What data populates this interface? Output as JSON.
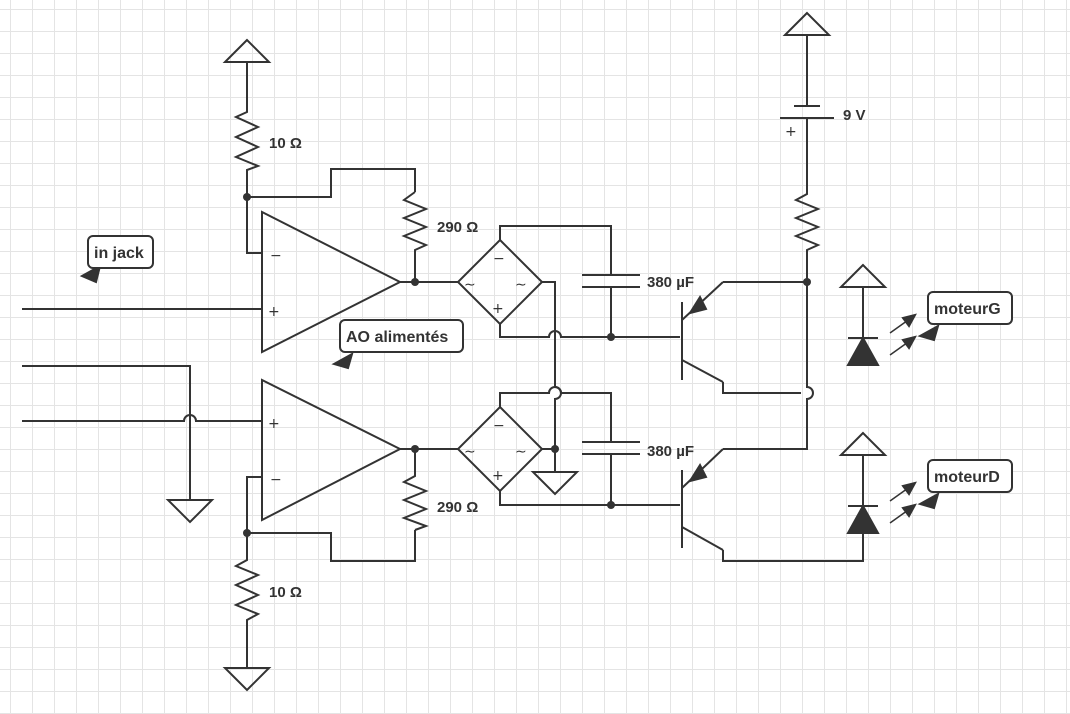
{
  "callouts": {
    "in_jack": "in jack",
    "ao_alimentes": "AO alimentés",
    "moteur_g": "moteurG",
    "moteur_d": "moteurD"
  },
  "labels": {
    "r_top": "10 Ω",
    "r_fb_top": "290 Ω",
    "cap_top": "380 µF",
    "battery": "9 V",
    "cap_bottom": "380 µF",
    "r_fb_bottom": "290 Ω",
    "r_bottom": "10 Ω"
  },
  "symbols": {
    "minus": "−",
    "plus": "+",
    "ac": "∼"
  },
  "colors": {
    "wire": "#333333",
    "grid": "#e4e4e4",
    "background": "#ffffff"
  }
}
